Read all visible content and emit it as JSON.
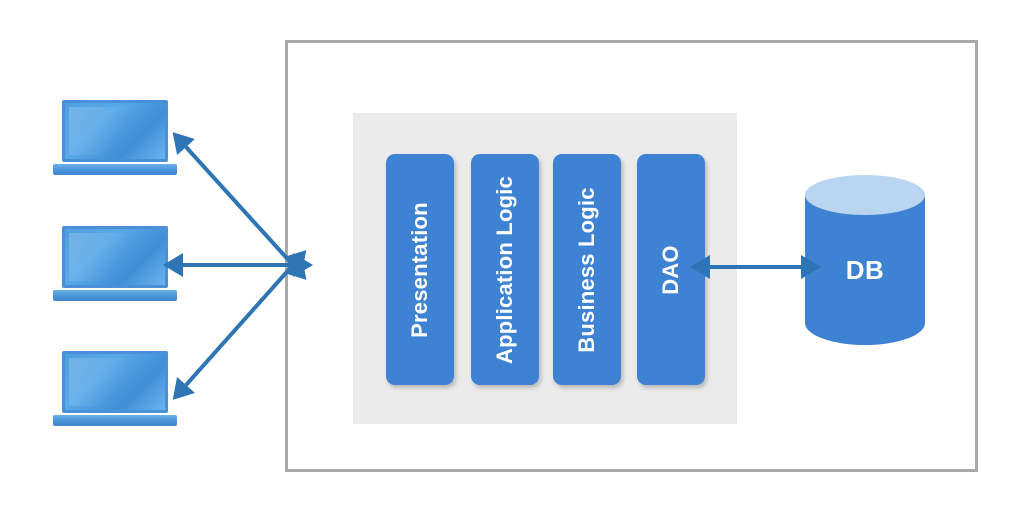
{
  "diagram": {
    "title": "Layered Application Architecture",
    "type": "architecture-block-diagram",
    "colors": {
      "block_blue": "#3d82d3",
      "cylinder_top_blue": "#b9d5f0",
      "panel_gray": "#ebebeb",
      "frame_border_gray": "#a9a9a9",
      "arrow_blue": "#2e75b6",
      "laptop_blue": "#4a90d9",
      "label_white": "#ffffff",
      "background": "#ffffff"
    }
  },
  "clients": {
    "icon": "laptop-icon",
    "count": 3,
    "items": [
      {
        "name": "client-1",
        "icon": "laptop-icon"
      },
      {
        "name": "client-2",
        "icon": "laptop-icon"
      },
      {
        "name": "client-3",
        "icon": "laptop-icon"
      }
    ]
  },
  "server": {
    "frame_label": "",
    "panel_label": "",
    "layers": [
      {
        "id": "presentation",
        "label": "Presentation"
      },
      {
        "id": "application-logic",
        "label": "Application Logic"
      },
      {
        "id": "business-logic",
        "label": "Business Logic"
      },
      {
        "id": "dao",
        "label": "DAO"
      }
    ]
  },
  "database": {
    "label": "DB",
    "shape": "cylinder"
  },
  "connections": [
    {
      "id": "client-1-to-server",
      "from": "client-1",
      "to": "server",
      "style": "double-arrow"
    },
    {
      "id": "client-2-to-server",
      "from": "client-2",
      "to": "server",
      "style": "double-arrow"
    },
    {
      "id": "client-3-to-server",
      "from": "client-3",
      "to": "server",
      "style": "double-arrow"
    },
    {
      "id": "dao-to-db",
      "from": "dao",
      "to": "database",
      "style": "double-arrow"
    }
  ]
}
